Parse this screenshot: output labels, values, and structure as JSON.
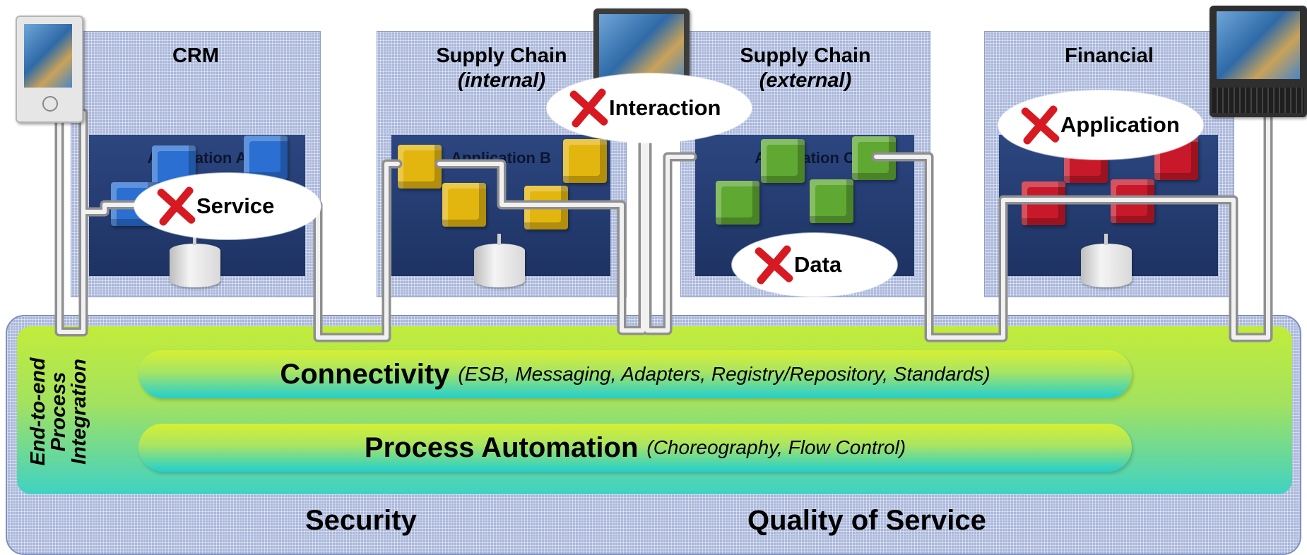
{
  "panels": [
    {
      "title": "CRM",
      "subtitle": "",
      "application": "Application A"
    },
    {
      "title": "Supply Chain",
      "subtitle": "(internal)",
      "application": "Application B"
    },
    {
      "title": "Supply Chain",
      "subtitle": "(external)",
      "application": "Application C"
    },
    {
      "title": "Financial",
      "subtitle": "",
      "application": ""
    }
  ],
  "callouts": {
    "service": "Service",
    "interaction": "Interaction",
    "data": "Data",
    "application": "Application"
  },
  "bus": {
    "side_label_1": "End-to-end",
    "side_label_2": "Process",
    "side_label_3": "Integration",
    "connectivity_main": "Connectivity",
    "connectivity_sub": "(ESB, Messaging, Adapters, Registry/Repository, Standards)",
    "process_main": "Process Automation",
    "process_sub": "(Choreography, Flow Control)",
    "security": "Security",
    "qos": "Quality of Service"
  },
  "colors": {
    "panel_grid": "#a9b7da",
    "app_box": "#2c4680",
    "cube_a": "#2a6fd1",
    "cube_b": "#e3b60f",
    "cube_c": "#5fa832",
    "cube_d": "#c8192a",
    "x_mark": "#d71a22"
  },
  "icons": {
    "pda": "pda-device-icon",
    "monitor": "monitor-icon",
    "laptop": "laptop-icon",
    "x": "x-mark-icon",
    "database": "database-cylinder-icon"
  }
}
